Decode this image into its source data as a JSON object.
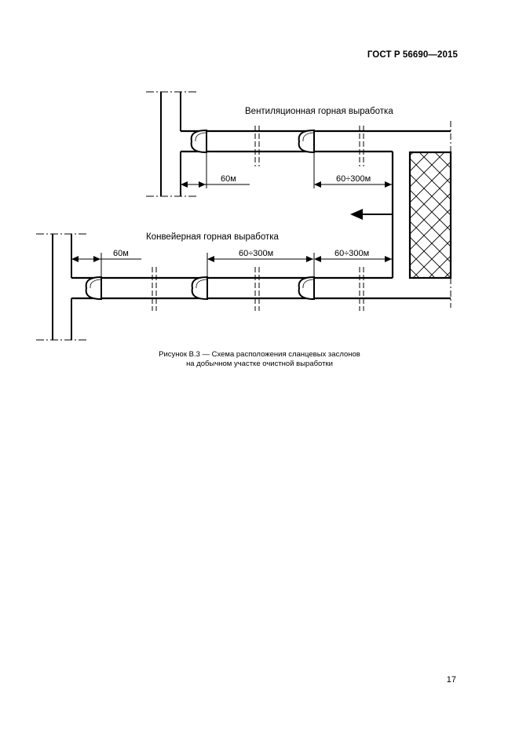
{
  "header": {
    "standard_code": "ГОСТ Р 56690—2015"
  },
  "figure": {
    "labels": {
      "ventilation": "Вентиляционная горная выработка",
      "conveyor": "Конвейерная горная выработка"
    },
    "dimensions": {
      "ventilation_first": "60м",
      "ventilation_second": "60÷300м",
      "conveyor_first": "60м",
      "conveyor_second": "60÷300м",
      "conveyor_third": "60÷300м"
    },
    "caption_line1": "Рисунок В.3 — Схема расположения сланцевых заслонов",
    "caption_line2": "на добычном участке очистной выработки"
  },
  "footer": {
    "page_number": "17"
  }
}
